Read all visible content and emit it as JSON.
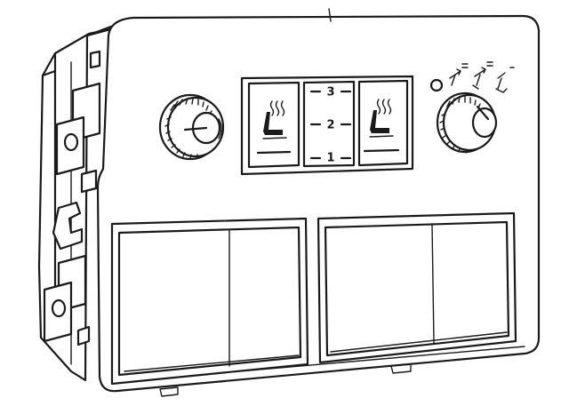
{
  "drawing": {
    "style": "black line-art on white",
    "line_color": "#1a1a1a",
    "background_color": "#ffffff"
  },
  "panel": {
    "left_knob": {
      "icon": "rotary-knob-icon"
    },
    "right_knob": {
      "icon": "rotary-knob-icon"
    },
    "vent_mode_icons": [
      "vent-face-icon",
      "vent-face-floor-icon",
      "vent-floor-icon"
    ],
    "indicator": {
      "icon": "indicator-led-icon"
    },
    "heated_seat_left": {
      "icon": "heated-seat-icon"
    },
    "heated_seat_right": {
      "icon": "heated-seat-icon"
    },
    "heat_levels": [
      "3",
      "2",
      "1"
    ],
    "storage_bins": [
      "left-storage-bin",
      "right-storage-bin"
    ]
  }
}
